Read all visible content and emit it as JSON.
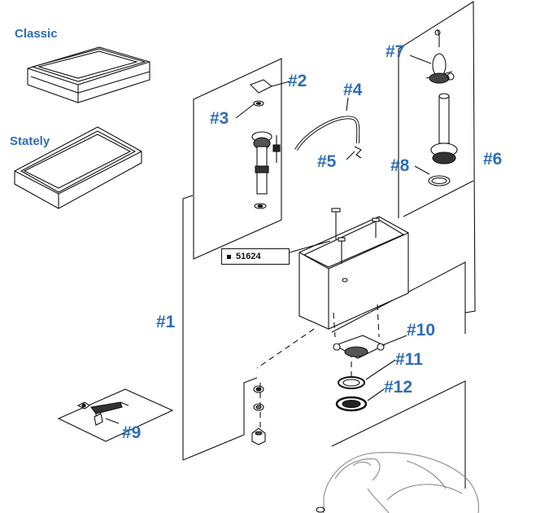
{
  "variants": {
    "classic": {
      "label": "Classic"
    },
    "stately": {
      "label": "Stately"
    }
  },
  "callouts": {
    "c1": "#1",
    "c2": "#2",
    "c3": "#3",
    "c4": "#4",
    "c5": "#5",
    "c6": "#6",
    "c7": "#7",
    "c8": "#8",
    "c9": "#9",
    "c10": "#10",
    "c11": "#11",
    "c12": "#12"
  },
  "part_number": "51624",
  "colors": {
    "callout": "#2e6db5",
    "line": "#111111",
    "fill": "#ffffff"
  }
}
